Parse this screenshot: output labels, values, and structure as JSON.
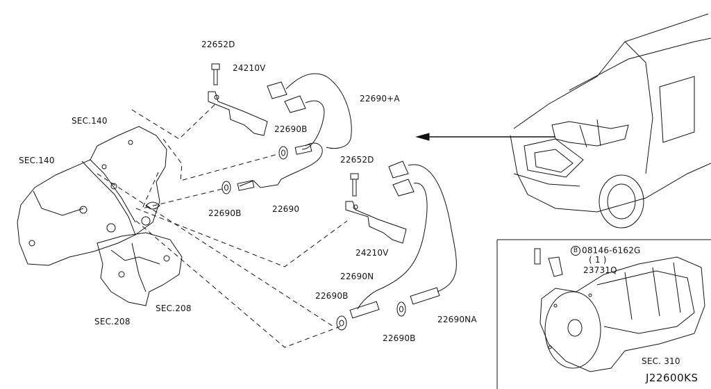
{
  "diagram_code": "J22600KS",
  "labels": {
    "bolt_top": "22652D",
    "bracket_top": "24210V",
    "sensor_upper": "22690+A",
    "gasket_upper_right": "22690B",
    "sensor_upper_left": "22690",
    "gasket_upper_left": "22690B",
    "bolt_mid": "22652D",
    "bracket_mid": "24210V",
    "sensor_lower_left": "22690N",
    "sensor_lower_right": "22690NA",
    "gasket_lower_left": "22690B",
    "gasket_lower_right": "22690B",
    "sec140_top": "SEC.140",
    "sec140_left": "SEC.140",
    "sec208_left": "SEC.208",
    "sec208_right": "SEC.208",
    "inset_bolt_code": "08146-6162G",
    "inset_bolt_qty": "( 1 )",
    "inset_bolt_marker": "B",
    "inset_sensor": "23731Q",
    "inset_sec310": "SEC. 310"
  }
}
